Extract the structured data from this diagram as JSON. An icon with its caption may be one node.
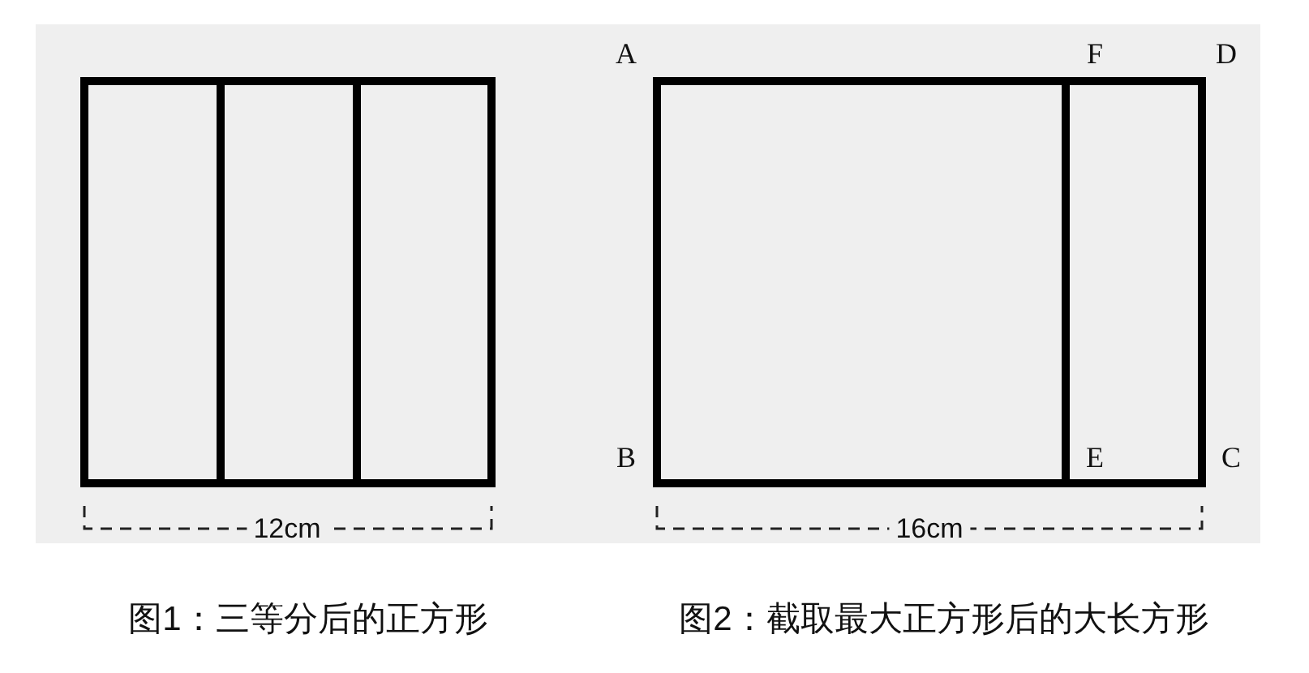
{
  "diagram": {
    "labels": [
      "A",
      "F",
      "D",
      "B",
      "E",
      "C",
      "12cm",
      "16cm",
      "图1：三等分后的正方形",
      "图2：截取最大正方形后的大长方形"
    ]
  }
}
